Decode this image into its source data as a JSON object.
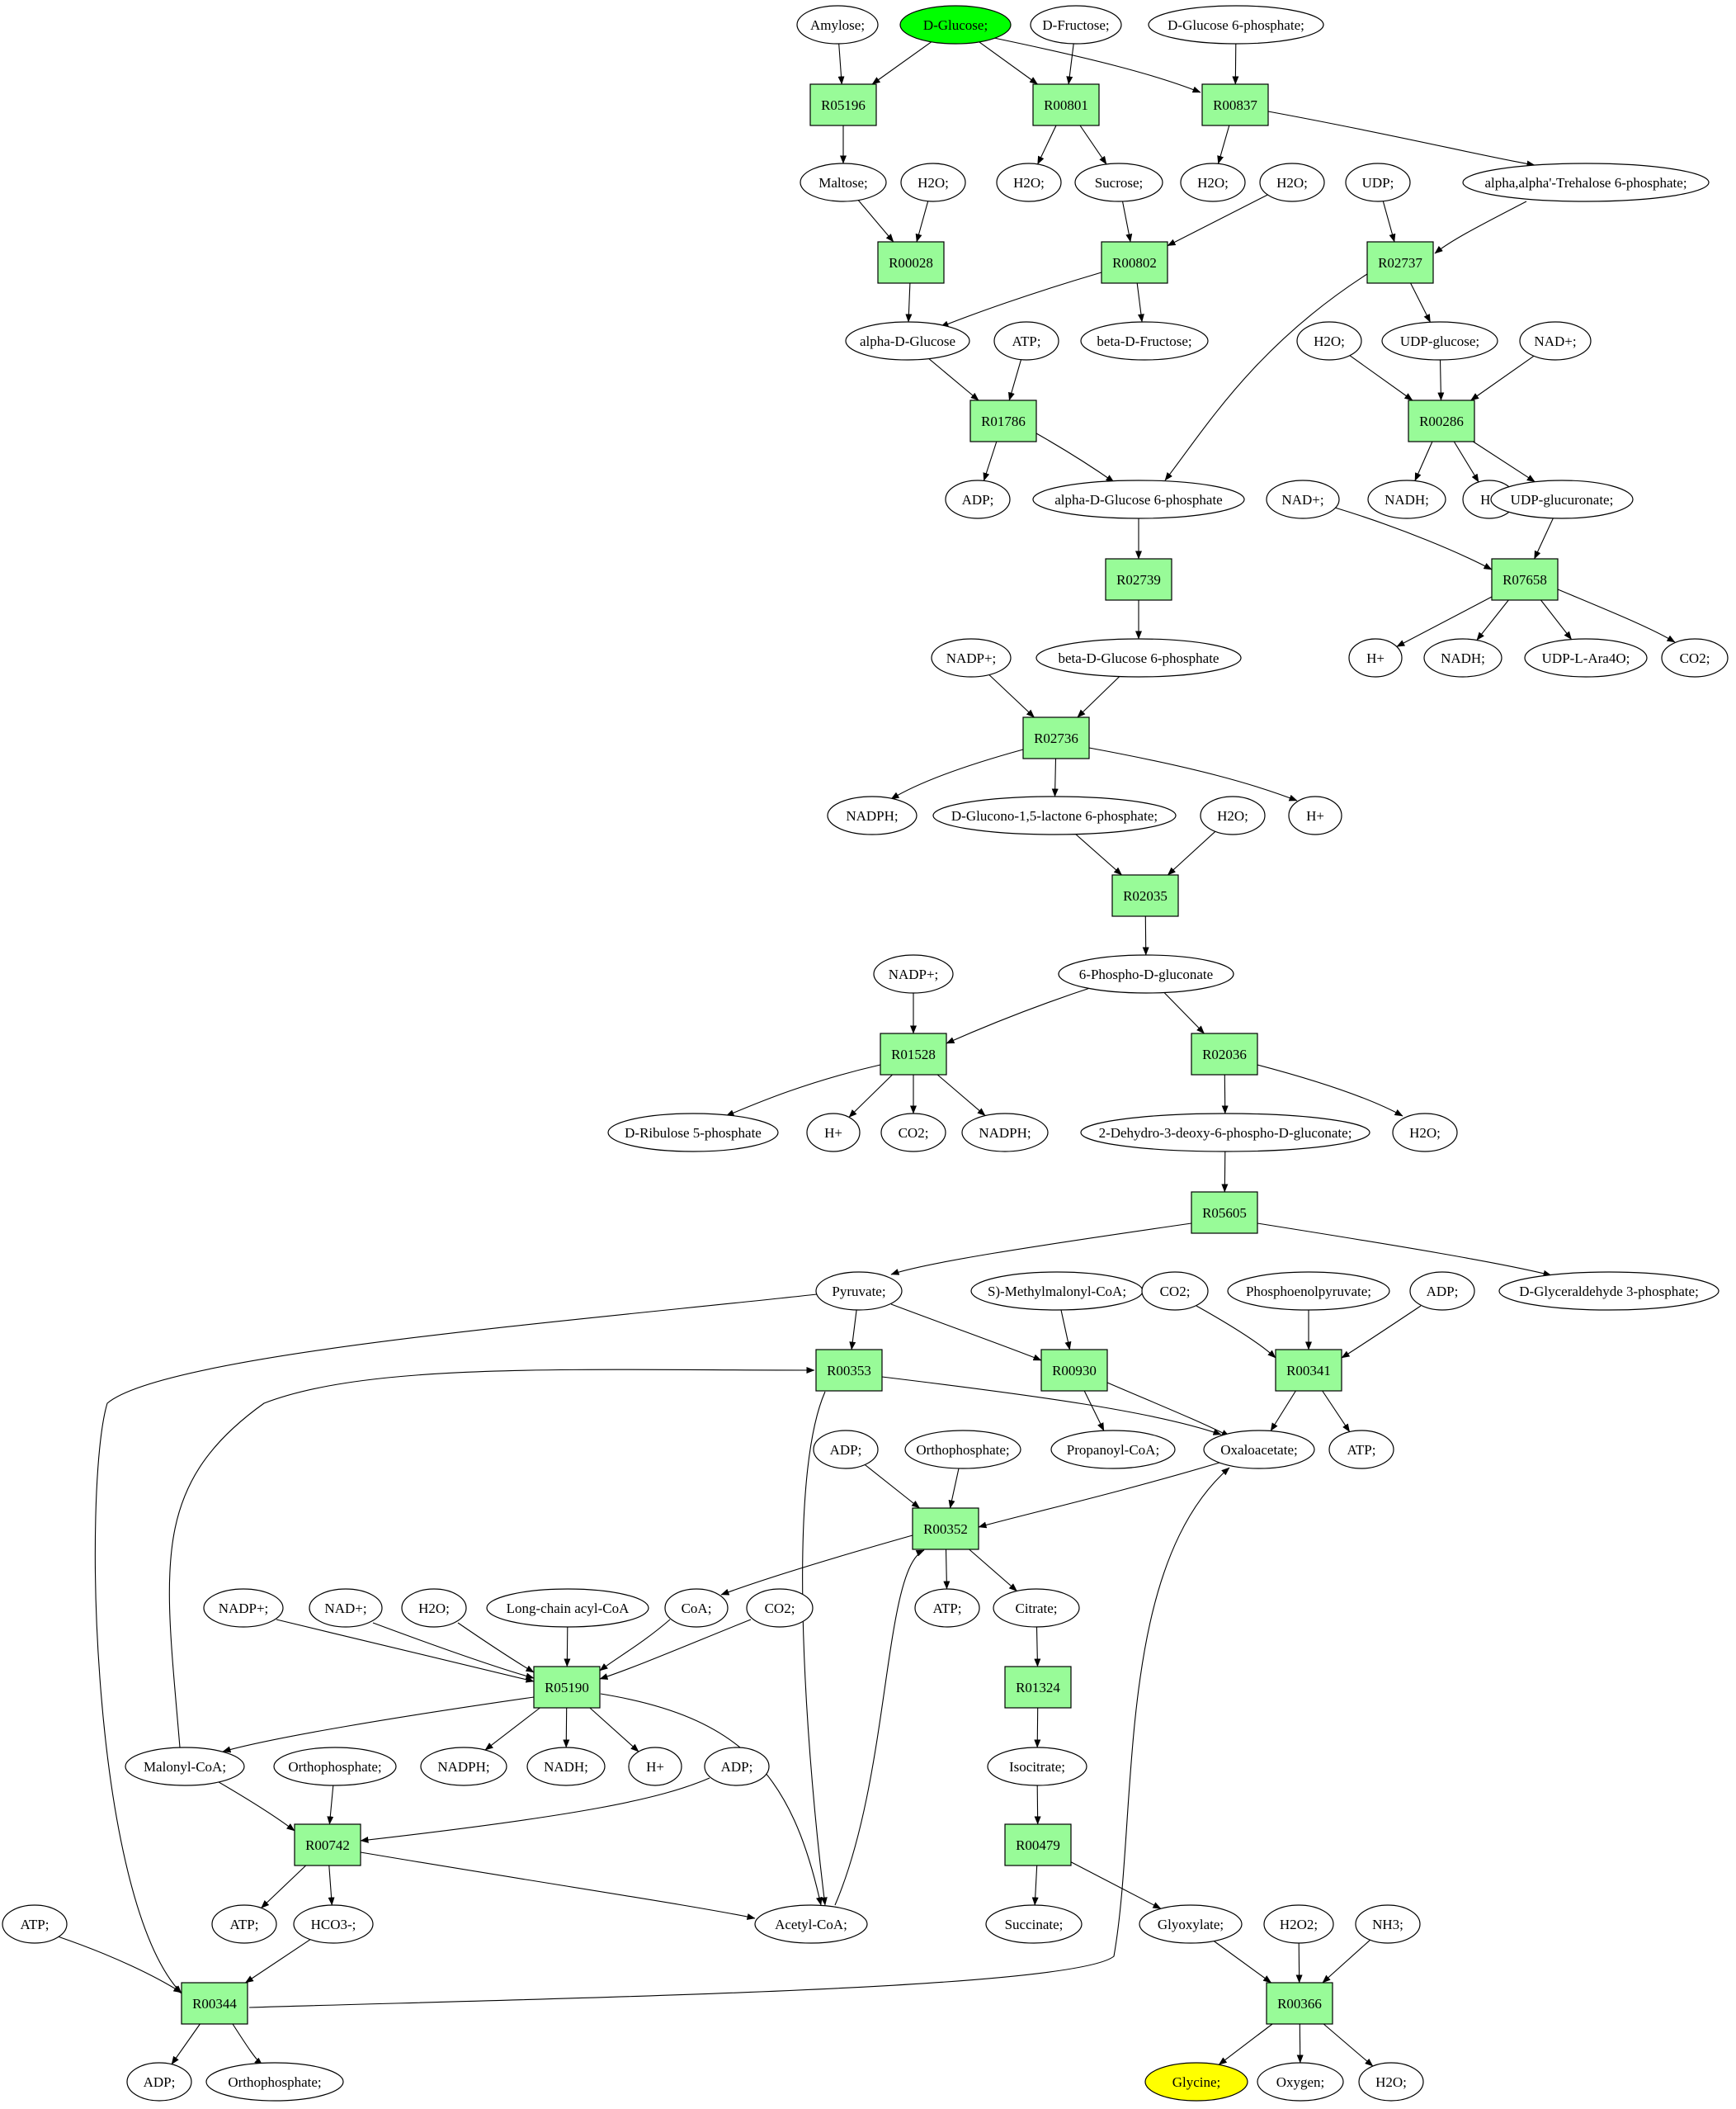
{
  "colors": {
    "reaction_fill": "#98fb98",
    "start_compound_fill": "#00ff00",
    "target_compound_fill": "#ffff00",
    "compound_fill": "#ffffff",
    "stroke": "#000000"
  },
  "diagram": {
    "reactions": [
      {
        "id": "R05196",
        "label": "R05196"
      },
      {
        "id": "R00801",
        "label": "R00801"
      },
      {
        "id": "R00837",
        "label": "R00837"
      },
      {
        "id": "R00028",
        "label": "R00028"
      },
      {
        "id": "R00802",
        "label": "R00802"
      },
      {
        "id": "R02737",
        "label": "R02737"
      },
      {
        "id": "R01786",
        "label": "R01786"
      },
      {
        "id": "R00286",
        "label": "R00286"
      },
      {
        "id": "R02739",
        "label": "R02739"
      },
      {
        "id": "R07658",
        "label": "R07658"
      },
      {
        "id": "R02736",
        "label": "R02736"
      },
      {
        "id": "R02035",
        "label": "R02035"
      },
      {
        "id": "R01528",
        "label": "R01528"
      },
      {
        "id": "R02036",
        "label": "R02036"
      },
      {
        "id": "R05605",
        "label": "R05605"
      },
      {
        "id": "R00353",
        "label": "R00353"
      },
      {
        "id": "R00930",
        "label": "R00930"
      },
      {
        "id": "R00341",
        "label": "R00341"
      },
      {
        "id": "R00352",
        "label": "R00352"
      },
      {
        "id": "R05190",
        "label": "R05190"
      },
      {
        "id": "R01324",
        "label": "R01324"
      },
      {
        "id": "R00742",
        "label": "R00742"
      },
      {
        "id": "R00479",
        "label": "R00479"
      },
      {
        "id": "R00344",
        "label": "R00344"
      },
      {
        "id": "R00366",
        "label": "R00366"
      }
    ],
    "compounds": [
      {
        "id": "c_amylose",
        "label": "Amylose;"
      },
      {
        "id": "c_dglucose",
        "label": "D-Glucose;",
        "role": "start"
      },
      {
        "id": "c_dfructose",
        "label": "D-Fructose;"
      },
      {
        "id": "c_dg6p",
        "label": "D-Glucose 6-phosphate;"
      },
      {
        "id": "c_maltose",
        "label": "Maltose;"
      },
      {
        "id": "c_h2o_1",
        "label": "H2O;"
      },
      {
        "id": "c_h2o_2",
        "label": "H2O;"
      },
      {
        "id": "c_sucrose",
        "label": "Sucrose;"
      },
      {
        "id": "c_h2o_3",
        "label": "H2O;"
      },
      {
        "id": "c_h2o_4",
        "label": "H2O;"
      },
      {
        "id": "c_udp",
        "label": "UDP;"
      },
      {
        "id": "c_trehalose6p",
        "label": "alpha,alpha'-Trehalose 6-phosphate;"
      },
      {
        "id": "c_alphadglucose",
        "label": "alpha-D-Glucose"
      },
      {
        "id": "c_atp_1",
        "label": "ATP;"
      },
      {
        "id": "c_betadfructose",
        "label": "beta-D-Fructose;"
      },
      {
        "id": "c_h2o_5",
        "label": "H2O;"
      },
      {
        "id": "c_udpglucose",
        "label": "UDP-glucose;"
      },
      {
        "id": "c_nad_1",
        "label": "NAD+;"
      },
      {
        "id": "c_adp_1",
        "label": "ADP;"
      },
      {
        "id": "c_adg6p",
        "label": "alpha-D-Glucose 6-phosphate"
      },
      {
        "id": "c_nad_2",
        "label": "NAD+;"
      },
      {
        "id": "c_nadh_1",
        "label": "NADH;"
      },
      {
        "id": "c_h_1",
        "label": "H+"
      },
      {
        "id": "c_udpglucuronate",
        "label": "UDP-glucuronate;"
      },
      {
        "id": "c_nadp_1",
        "label": "NADP+;"
      },
      {
        "id": "c_bdg6p",
        "label": "beta-D-Glucose 6-phosphate"
      },
      {
        "id": "c_h_2",
        "label": "H+"
      },
      {
        "id": "c_nadh_2",
        "label": "NADH;"
      },
      {
        "id": "c_udparao",
        "label": "UDP-L-Ara4O;"
      },
      {
        "id": "c_co2_1",
        "label": "CO2;"
      },
      {
        "id": "c_nadph_1",
        "label": "NADPH;"
      },
      {
        "id": "c_dgl6p",
        "label": "D-Glucono-1,5-lactone 6-phosphate;"
      },
      {
        "id": "c_h2o_6",
        "label": "H2O;"
      },
      {
        "id": "c_h_3",
        "label": "H+"
      },
      {
        "id": "c_nadp_2",
        "label": "NADP+;"
      },
      {
        "id": "c_6pdg",
        "label": "6-Phospho-D-gluconate"
      },
      {
        "id": "c_dr5p",
        "label": "D-Ribulose 5-phosphate"
      },
      {
        "id": "c_h_4",
        "label": "H+"
      },
      {
        "id": "c_co2_2",
        "label": "CO2;"
      },
      {
        "id": "c_nadph_2",
        "label": "NADPH;"
      },
      {
        "id": "c_kdpg",
        "label": "2-Dehydro-3-deoxy-6-phospho-D-gluconate;"
      },
      {
        "id": "c_h2o_7",
        "label": "H2O;"
      },
      {
        "id": "c_pyruvate",
        "label": "Pyruvate;"
      },
      {
        "id": "c_smmcoa",
        "label": "S)-Methylmalonyl-CoA;"
      },
      {
        "id": "c_co2_3",
        "label": "CO2;"
      },
      {
        "id": "c_pep",
        "label": "Phosphoenolpyruvate;"
      },
      {
        "id": "c_adp_2",
        "label": "ADP;"
      },
      {
        "id": "c_g3p",
        "label": "D-Glyceraldehyde 3-phosphate;"
      },
      {
        "id": "c_adp_3",
        "label": "ADP;"
      },
      {
        "id": "c_pi_1",
        "label": "Orthophosphate;"
      },
      {
        "id": "c_propcoa",
        "label": "Propanoyl-CoA;"
      },
      {
        "id": "c_oaa",
        "label": "Oxaloacetate;"
      },
      {
        "id": "c_atp_2",
        "label": "ATP;"
      },
      {
        "id": "c_nadp_3",
        "label": "NADP+;"
      },
      {
        "id": "c_nad_3",
        "label": "NAD+;"
      },
      {
        "id": "c_h2o_8",
        "label": "H2O;"
      },
      {
        "id": "c_lcacoa",
        "label": "Long-chain acyl-CoA"
      },
      {
        "id": "c_coa",
        "label": "CoA;"
      },
      {
        "id": "c_co2_4",
        "label": "CO2;"
      },
      {
        "id": "c_atp_3",
        "label": "ATP;"
      },
      {
        "id": "c_citrate",
        "label": "Citrate;"
      },
      {
        "id": "c_malcoa",
        "label": "Malonyl-CoA;"
      },
      {
        "id": "c_pi_2",
        "label": "Orthophosphate;"
      },
      {
        "id": "c_nadph_3",
        "label": "NADPH;"
      },
      {
        "id": "c_nadh_3",
        "label": "NADH;"
      },
      {
        "id": "c_h_5",
        "label": "H+"
      },
      {
        "id": "c_adp_4",
        "label": "ADP;"
      },
      {
        "id": "c_isocitrate",
        "label": "Isocitrate;"
      },
      {
        "id": "c_atp_4",
        "label": "ATP;"
      },
      {
        "id": "c_atp_5",
        "label": "ATP;"
      },
      {
        "id": "c_hco3",
        "label": "HCO3-;"
      },
      {
        "id": "c_acetylcoa",
        "label": "Acetyl-CoA;"
      },
      {
        "id": "c_succinate",
        "label": "Succinate;"
      },
      {
        "id": "c_glyoxylate",
        "label": "Glyoxylate;"
      },
      {
        "id": "c_h2o2",
        "label": "H2O2;"
      },
      {
        "id": "c_nh3",
        "label": "NH3;"
      },
      {
        "id": "c_adp_5",
        "label": "ADP;"
      },
      {
        "id": "c_pi_3",
        "label": "Orthophosphate;"
      },
      {
        "id": "c_glycine",
        "label": "Glycine;",
        "role": "target"
      },
      {
        "id": "c_oxygen",
        "label": "Oxygen;"
      },
      {
        "id": "c_h2o_9",
        "label": "H2O;"
      }
    ],
    "edges": [
      [
        "c_amylose",
        "R05196"
      ],
      [
        "c_dglucose",
        "R05196"
      ],
      [
        "R05196",
        "c_maltose"
      ],
      [
        "c_dglucose",
        "R00801"
      ],
      [
        "c_dfructose",
        "R00801"
      ],
      [
        "R00801",
        "c_h2o_2"
      ],
      [
        "R00801",
        "c_sucrose"
      ],
      [
        "c_dglucose",
        "R00837"
      ],
      [
        "c_dg6p",
        "R00837"
      ],
      [
        "R00837",
        "c_h2o_3"
      ],
      [
        "R00837",
        "c_trehalose6p"
      ],
      [
        "c_maltose",
        "R00028"
      ],
      [
        "c_h2o_1",
        "R00028"
      ],
      [
        "R00028",
        "c_alphadglucose"
      ],
      [
        "c_sucrose",
        "R00802"
      ],
      [
        "c_h2o_4",
        "R00802"
      ],
      [
        "R00802",
        "c_alphadglucose"
      ],
      [
        "R00802",
        "c_betadfructose"
      ],
      [
        "c_udp",
        "R02737"
      ],
      [
        "c_trehalose6p",
        "R02737"
      ],
      [
        "R02737",
        "c_udpglucose"
      ],
      [
        "R02737",
        "c_adg6p"
      ],
      [
        "c_alphadglucose",
        "R01786"
      ],
      [
        "c_atp_1",
        "R01786"
      ],
      [
        "R01786",
        "c_adp_1"
      ],
      [
        "R01786",
        "c_adg6p"
      ],
      [
        "c_h2o_5",
        "R00286"
      ],
      [
        "c_udpglucose",
        "R00286"
      ],
      [
        "c_nad_1",
        "R00286"
      ],
      [
        "R00286",
        "c_nadh_1"
      ],
      [
        "R00286",
        "c_h_1"
      ],
      [
        "R00286",
        "c_udpglucuronate"
      ],
      [
        "c_adg6p",
        "R02739"
      ],
      [
        "R02739",
        "c_bdg6p"
      ],
      [
        "c_nad_2",
        "R07658"
      ],
      [
        "c_udpglucuronate",
        "R07658"
      ],
      [
        "R07658",
        "c_h_2"
      ],
      [
        "R07658",
        "c_nadh_2"
      ],
      [
        "R07658",
        "c_udparao"
      ],
      [
        "R07658",
        "c_co2_1"
      ],
      [
        "c_nadp_1",
        "R02736"
      ],
      [
        "c_bdg6p",
        "R02736"
      ],
      [
        "R02736",
        "c_nadph_1"
      ],
      [
        "R02736",
        "c_dgl6p"
      ],
      [
        "R02736",
        "c_h_3"
      ],
      [
        "c_dgl6p",
        "R02035"
      ],
      [
        "c_h2o_6",
        "R02035"
      ],
      [
        "R02035",
        "c_6pdg"
      ],
      [
        "c_nadp_2",
        "R01528"
      ],
      [
        "c_6pdg",
        "R01528"
      ],
      [
        "R01528",
        "c_dr5p"
      ],
      [
        "R01528",
        "c_h_4"
      ],
      [
        "R01528",
        "c_co2_2"
      ],
      [
        "R01528",
        "c_nadph_2"
      ],
      [
        "c_6pdg",
        "R02036"
      ],
      [
        "R02036",
        "c_kdpg"
      ],
      [
        "R02036",
        "c_h2o_7"
      ],
      [
        "c_kdpg",
        "R05605"
      ],
      [
        "R05605",
        "c_pyruvate"
      ],
      [
        "R05605",
        "c_g3p"
      ],
      [
        "c_pyruvate",
        "R00353"
      ],
      [
        "c_malcoa",
        "R00353"
      ],
      [
        "R00353",
        "c_acetylcoa"
      ],
      [
        "R00353",
        "c_oaa"
      ],
      [
        "c_pyruvate",
        "R00930"
      ],
      [
        "c_smmcoa",
        "R00930"
      ],
      [
        "R00930",
        "c_propcoa"
      ],
      [
        "R00930",
        "c_oaa"
      ],
      [
        "c_co2_3",
        "R00341"
      ],
      [
        "c_pep",
        "R00341"
      ],
      [
        "c_adp_2",
        "R00341"
      ],
      [
        "R00341",
        "c_oaa"
      ],
      [
        "R00341",
        "c_atp_2"
      ],
      [
        "c_adp_3",
        "R00352"
      ],
      [
        "c_pi_1",
        "R00352"
      ],
      [
        "c_oaa",
        "R00352"
      ],
      [
        "c_acetylcoa",
        "R00352"
      ],
      [
        "R00352",
        "c_coa"
      ],
      [
        "R00352",
        "c_atp_3"
      ],
      [
        "R00352",
        "c_citrate"
      ],
      [
        "c_nadp_3",
        "R05190"
      ],
      [
        "c_nad_3",
        "R05190"
      ],
      [
        "c_h2o_8",
        "R05190"
      ],
      [
        "c_lcacoa",
        "R05190"
      ],
      [
        "c_coa",
        "R05190"
      ],
      [
        "c_co2_4",
        "R05190"
      ],
      [
        "R05190",
        "c_malcoa"
      ],
      [
        "R05190",
        "c_nadph_3"
      ],
      [
        "R05190",
        "c_nadh_3"
      ],
      [
        "R05190",
        "c_h_5"
      ],
      [
        "R05190",
        "c_acetylcoa"
      ],
      [
        "c_citrate",
        "R01324"
      ],
      [
        "R01324",
        "c_isocitrate"
      ],
      [
        "c_malcoa",
        "R00742"
      ],
      [
        "c_pi_2",
        "R00742"
      ],
      [
        "c_adp_4",
        "R00742"
      ],
      [
        "R00742",
        "c_atp_4"
      ],
      [
        "R00742",
        "c_hco3"
      ],
      [
        "R00742",
        "c_acetylcoa"
      ],
      [
        "c_isocitrate",
        "R00479"
      ],
      [
        "R00479",
        "c_succinate"
      ],
      [
        "R00479",
        "c_glyoxylate"
      ],
      [
        "c_atp_5",
        "R00344"
      ],
      [
        "c_hco3",
        "R00344"
      ],
      [
        "c_pyruvate",
        "R00344"
      ],
      [
        "R00344",
        "c_adp_5"
      ],
      [
        "R00344",
        "c_pi_3"
      ],
      [
        "R00344",
        "c_oaa"
      ],
      [
        "c_glyoxylate",
        "R00366"
      ],
      [
        "c_h2o2",
        "R00366"
      ],
      [
        "c_nh3",
        "R00366"
      ],
      [
        "R00366",
        "c_glycine"
      ],
      [
        "R00366",
        "c_oxygen"
      ],
      [
        "R00366",
        "c_h2o_9"
      ]
    ]
  }
}
